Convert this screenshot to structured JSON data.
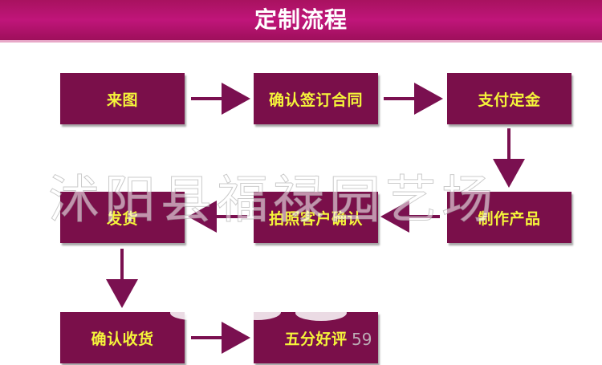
{
  "header": {
    "title": "定制流程",
    "color": "#b0136a"
  },
  "steps": [
    {
      "label": "来图"
    },
    {
      "label": "确认签订合同"
    },
    {
      "label": "支付定金"
    },
    {
      "label": "制作产品"
    },
    {
      "label": "拍照客户确认"
    },
    {
      "label": "发货"
    },
    {
      "label": "确认收货"
    },
    {
      "label": "五分好评"
    }
  ],
  "colors": {
    "box": "#7a0f4a",
    "box_text": "#f5f53a",
    "arrow": "#7a1050"
  },
  "watermark": {
    "text": "沭阳县福禄园艺场",
    "id_fragment": "59"
  }
}
